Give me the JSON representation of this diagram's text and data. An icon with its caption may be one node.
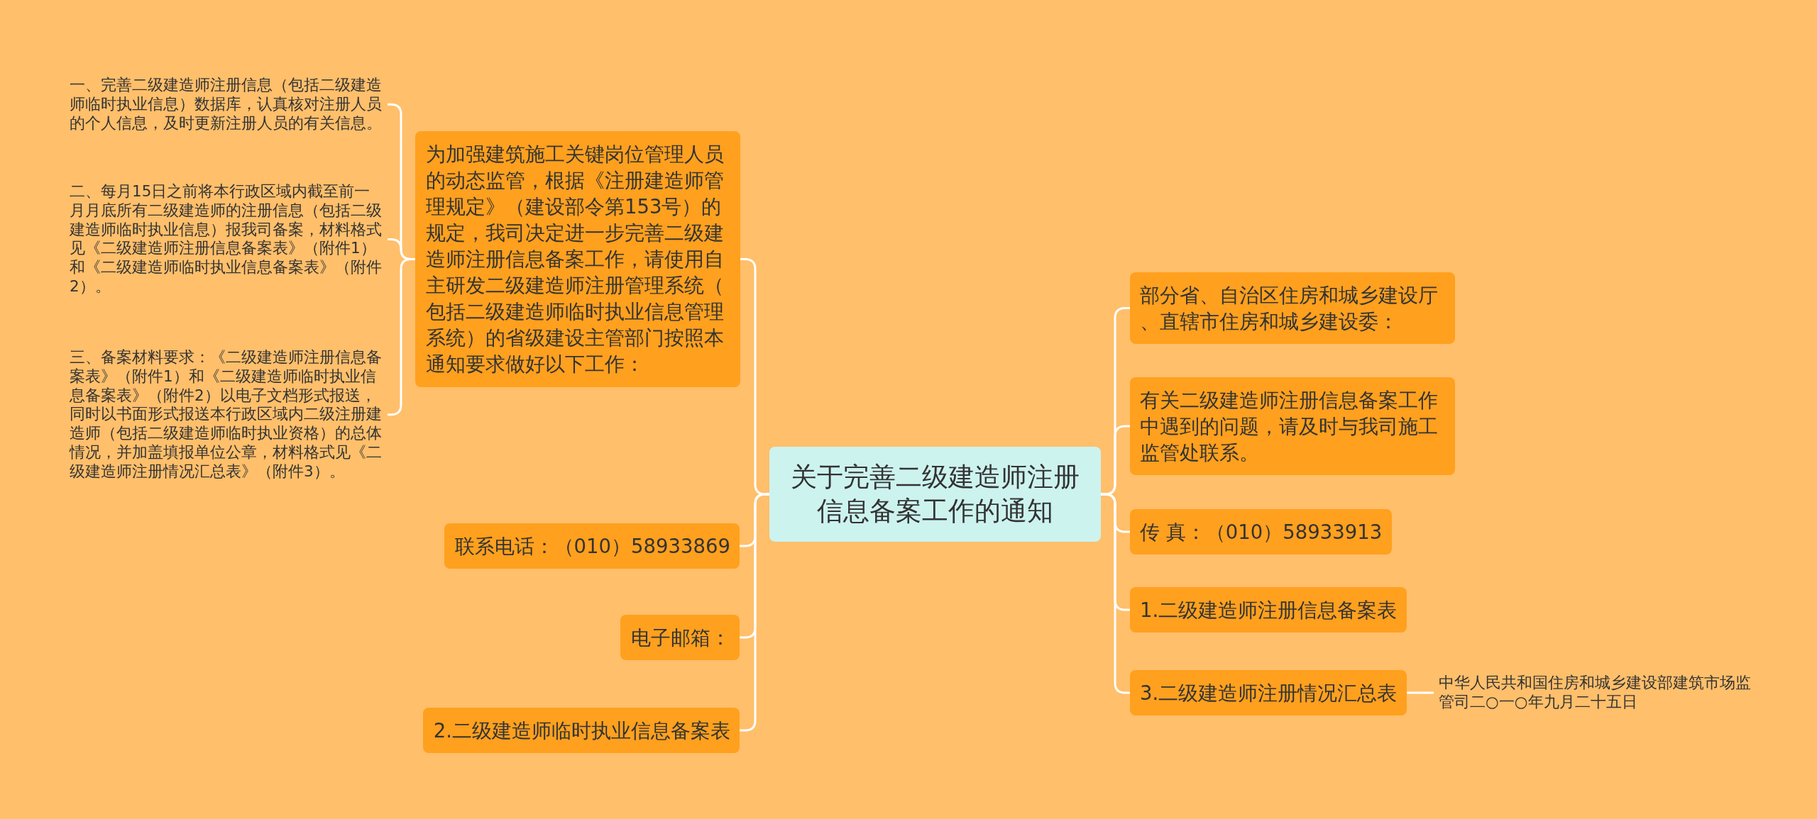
{
  "diagram": {
    "nodes": [
      {
        "text": [
          "关于完善二级建造师注册信息备案工作的通知"
        ]
      },
      {
        "text": [
          "为加强建筑施工关键岗位管理人员的动态监管，根据《注册建造师管理规定》（建设部令第153号）的规定，我司决定进一步完善二级建造师注册信息备案工作，请使用自主研发二级建造师注册管理系统（包括二级建造师临时执业信息管理系统）的省级建设主管部门按照本通知要求做好以下工作："
        ]
      },
      {
        "text": [
          "联系电话：（010）58933869"
        ]
      },
      {
        "text": [
          "电子邮箱："
        ]
      },
      {
        "text": [
          "2.二级建造师临时执业信息备案表"
        ]
      },
      {
        "text": [
          "一、完善二级建造师注册信息（包括二级建造师临时执业信息）数据库，认真核对注册人员的个人信息，及时更新注册人员的有关信息。"
        ]
      },
      {
        "text": [
          "二、每月15日之前将本行政区域内截至前一月月底所有二级建造师的注册信息（包括二级建造师临时执业信息）报我司备案，材料格式见《二级建造师注册信息备案表》（附件1）和《二级建造师临时执业信息备案表》（附件2）。"
        ]
      },
      {
        "text": [
          "三、备案材料要求：《二级建造师注册信息备案表》（附件1）和《二级建造师临时执业信息备案表》（附件2）以电子文档形式报送，同时以书面形式报送本行政区域内二级注册建造师（包括二级建造师临时执业资格）的总体情况，并加盖填报单位公章，材料格式见《二级建造师注册情况汇总表》（附件3）。"
        ]
      },
      {
        "text": [
          "部分省、自治区住房和城乡建设厅、直辖市住房和城乡建设委："
        ]
      },
      {
        "text": [
          "有关二级建造师注册信息备案工作中遇到的问题，请及时与我司施工监管处联系。"
        ]
      },
      {
        "text": [
          "传 真：（010）58933913"
        ]
      },
      {
        "text": [
          "1.二级建造师注册信息备案表"
        ]
      },
      {
        "text": [
          "3.二级建造师注册情况汇总表"
        ]
      },
      {
        "text": [
          "中华人民共和国住房和城乡建设部建筑市场监管司二○一○年九月二十五日"
        ]
      }
    ],
    "edges": [
      {
        "from": 0,
        "to": 1,
        "arrow": "none"
      },
      {
        "from": 0,
        "to": 2,
        "arrow": "none"
      },
      {
        "from": 0,
        "to": 3,
        "arrow": "none"
      },
      {
        "from": 0,
        "to": 4,
        "arrow": "none"
      },
      {
        "from": 1,
        "to": 5,
        "arrow": "none"
      },
      {
        "from": 1,
        "to": 6,
        "arrow": "none"
      },
      {
        "from": 1,
        "to": 7,
        "arrow": "none"
      },
      {
        "from": 0,
        "to": 8,
        "arrow": "none"
      },
      {
        "from": 0,
        "to": 9,
        "arrow": "none"
      },
      {
        "from": 0,
        "to": 10,
        "arrow": "none"
      },
      {
        "from": 0,
        "to": 11,
        "arrow": "none"
      },
      {
        "from": 0,
        "to": 12,
        "arrow": "none"
      },
      {
        "from": 12,
        "to": 13,
        "arrow": "none"
      }
    ]
  }
}
